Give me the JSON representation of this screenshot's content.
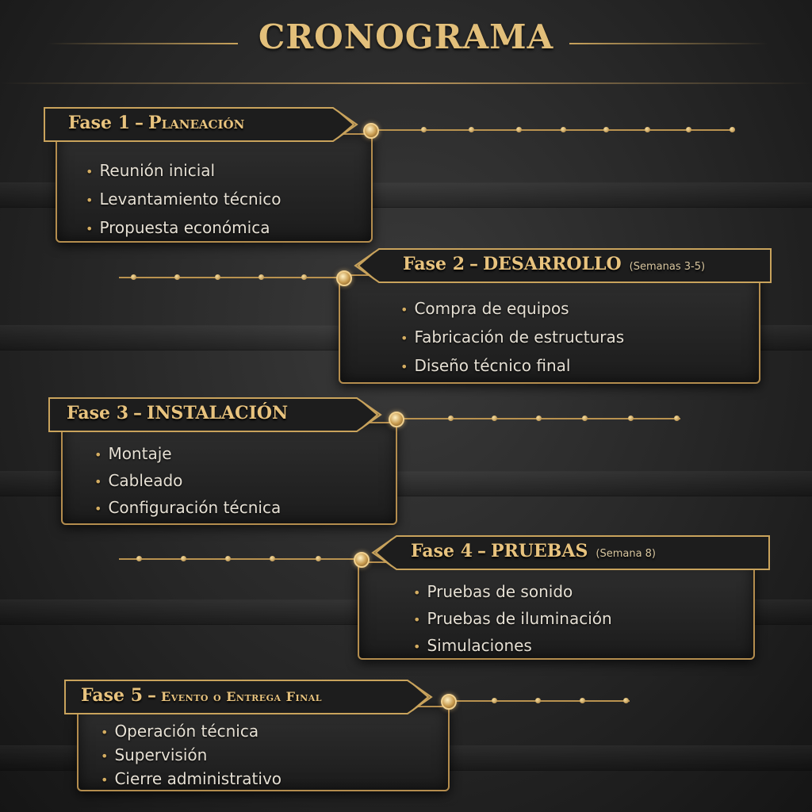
{
  "title": "CRONOGRAMA",
  "colors": {
    "accent": "#c9a35c",
    "text": "#e6e0d4",
    "background": "#262626"
  },
  "phases": [
    {
      "number": "Fase 1",
      "name": "Planeación",
      "note": "",
      "items": [
        "Reunión inicial",
        "Levantamiento técnico",
        "Propuesta económica"
      ]
    },
    {
      "number": "Fase 2",
      "name": "DESARROLLO",
      "note": "(Semanas 3-5)",
      "items": [
        "Compra de equipos",
        "Fabricación de estructuras",
        "Diseño técnico final"
      ]
    },
    {
      "number": "Fase 3",
      "name": "INSTALACIÓN",
      "note": "",
      "items": [
        "Montaje",
        "Cableado",
        "Configuración técnica"
      ]
    },
    {
      "number": "Fase 4",
      "name": "PRUEBAS",
      "note": "(Semana 8)",
      "items": [
        "Pruebas de sonido",
        "Pruebas de iluminación",
        "Simulaciones"
      ]
    },
    {
      "number": "Fase 5",
      "name": "Evento o Entrega Final",
      "note": "",
      "items": [
        "Operación técnica",
        "Supervisión",
        "Cierre administrativo"
      ]
    }
  ]
}
